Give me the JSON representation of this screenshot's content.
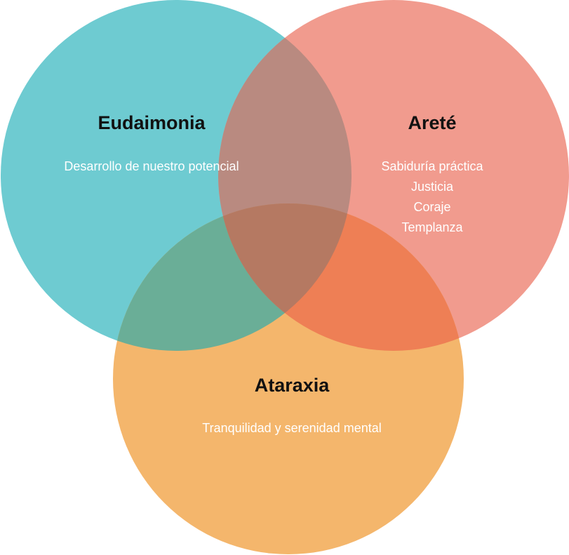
{
  "colors": {
    "eudaimonia": "#6ECBD1",
    "arete": "#F19B8E",
    "ataraxia": "#F4B66C",
    "overlap_eudaimonia_arete": "#B98A80",
    "overlap_eudaimonia_ataraxia": "#6AAE97",
    "overlap_arete_ataraxia": "#EE7F55",
    "overlap_center": "#B57962"
  },
  "circles": [
    {
      "key": "eudaimonia",
      "title": "Eudaimonia",
      "lines": [
        "Desarrollo de nuestro potencial"
      ]
    },
    {
      "key": "arete",
      "title": "Areté",
      "lines": [
        "Sabiduría práctica",
        "Justicia",
        "Coraje",
        "Templanza"
      ]
    },
    {
      "key": "ataraxia",
      "title": "Ataraxia",
      "lines": [
        "Tranquilidad y serenidad mental"
      ]
    }
  ]
}
